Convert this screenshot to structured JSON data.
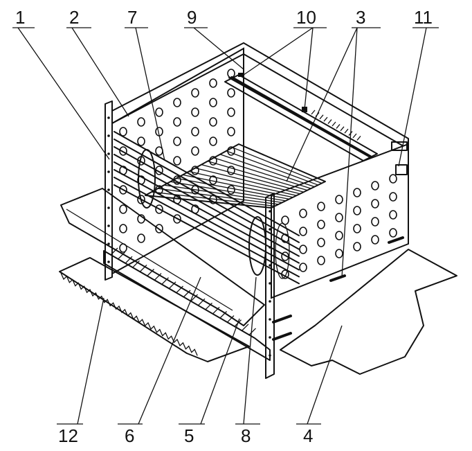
{
  "figure": {
    "callouts": [
      {
        "id": "c1",
        "label": "1"
      },
      {
        "id": "c2",
        "label": "2"
      },
      {
        "id": "c7",
        "label": "7"
      },
      {
        "id": "c9",
        "label": "9"
      },
      {
        "id": "c10",
        "label": "10"
      },
      {
        "id": "c3",
        "label": "3"
      },
      {
        "id": "c11",
        "label": "11"
      },
      {
        "id": "c12",
        "label": "12"
      },
      {
        "id": "c6",
        "label": "6"
      },
      {
        "id": "c5",
        "label": "5"
      },
      {
        "id": "c8",
        "label": "8"
      },
      {
        "id": "c4",
        "label": "4"
      }
    ]
  }
}
